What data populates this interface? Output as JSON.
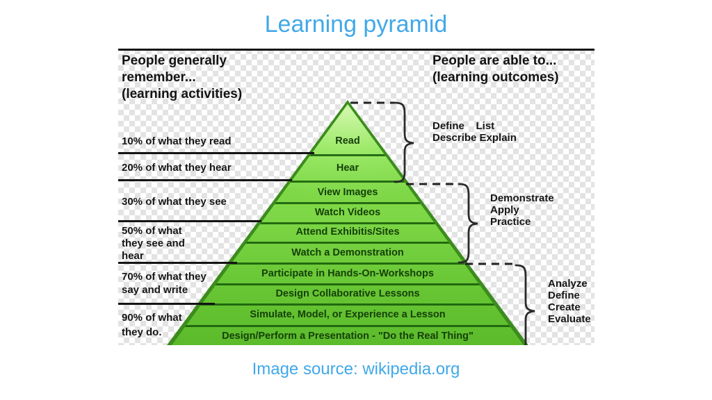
{
  "title": "Learning pyramid",
  "footer": "Image source: wikipedia.org",
  "colors": {
    "accent_blue": "#41a8e9",
    "pyramid_green_light": "#9ce968",
    "pyramid_green_dark": "#3c8c1d",
    "divider_green": "#185c0a",
    "text_black": "#161616"
  },
  "left_panel": {
    "header": [
      "People generally",
      "remember...",
      "(learning activities)"
    ],
    "items": [
      "10% of what they read",
      "20% of what they hear",
      "30% of what they see",
      "50% of what\nthey see and\nhear",
      "70% of what they\nsay and write",
      "90% of what\nthey do."
    ]
  },
  "right_panel": {
    "header": [
      "People are able to...",
      "(learning outcomes)"
    ],
    "groups": [
      "Define    List\nDescribe Explain",
      "Demonstrate\nApply\nPractice",
      "Analyze\nDefine\nCreate\nEvaluate"
    ]
  },
  "pyramid": {
    "levels": [
      "Read",
      "Hear",
      "View Images",
      "Watch Videos",
      "Attend Exhibitis/Sites",
      "Watch a Demonstration",
      "Participate in Hands-On-Workshops",
      "Design Collaborative Lessons",
      "Simulate, Model, or Experience a Lesson",
      "Design/Perform a Presentation - \"Do the Real Thing\""
    ]
  }
}
